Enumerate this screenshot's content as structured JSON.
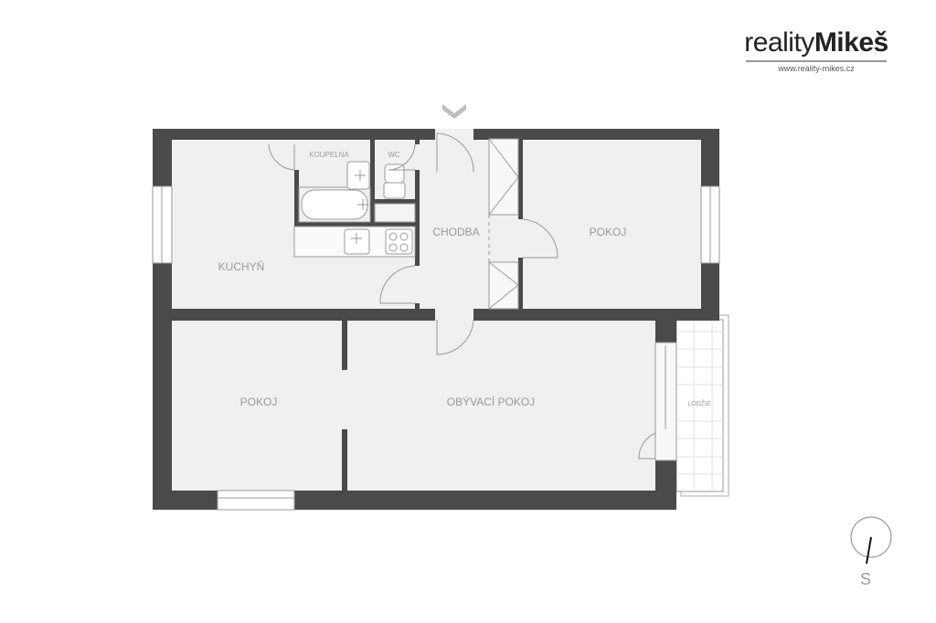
{
  "logo": {
    "brand_light": "reality",
    "brand_bold": "Mikeš",
    "url": "www.reality-mikes.cz"
  },
  "rooms": {
    "kitchen": "KUCHYŇ",
    "bathroom": "KOUPELNA",
    "wc": "WC",
    "hallway": "CHODBA",
    "room_top_right": "POKOJ",
    "room_bottom_left": "POKOJ",
    "living_room": "OBÝVACÍ POKOJ",
    "loggia": "LODŽIE"
  },
  "compass": {
    "label": "S"
  },
  "colors": {
    "wall": "#4a4a4a",
    "floor": "#f0f0f0",
    "line": "#9a9a9a",
    "entry_arrow": "#bdbdbd"
  }
}
